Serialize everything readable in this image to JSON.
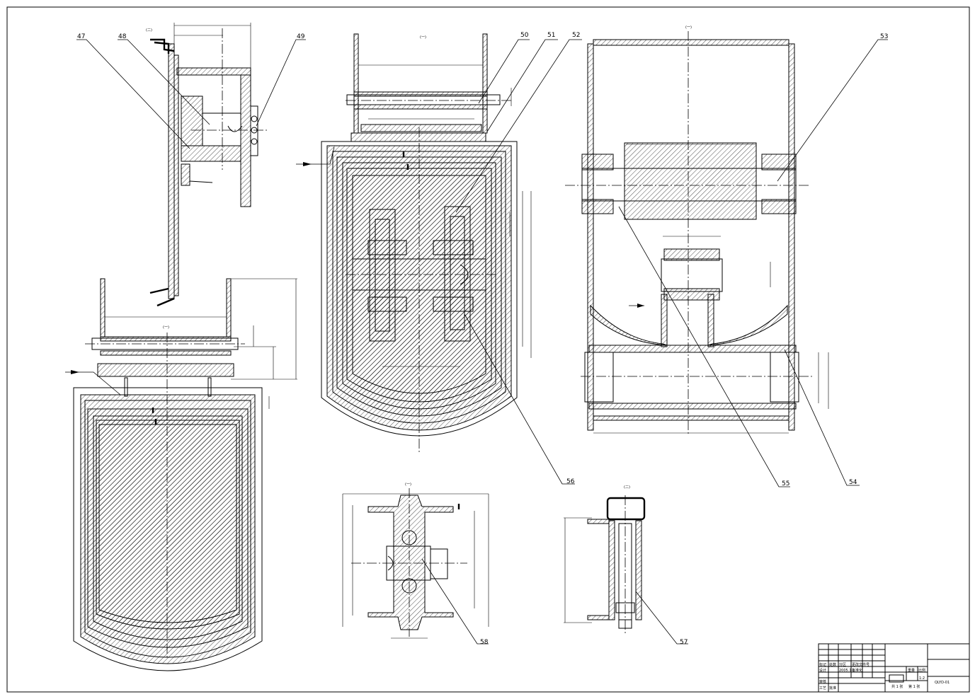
{
  "drawing": {
    "part_labels": [
      "47",
      "48",
      "49",
      "50",
      "51",
      "52",
      "53",
      "54",
      "55",
      "56",
      "57",
      "58"
    ],
    "view_marks": [
      "(二)",
      "(一)",
      "(一)",
      "(一)",
      "(一)",
      "(二)"
    ]
  },
  "title_block": {
    "cells": [
      "标记",
      "处数",
      "分区",
      "更改文件号",
      "设计",
      "2005.1.1",
      "标准化",
      "审核",
      "工艺",
      "批准",
      "重量",
      "比例",
      "1:2",
      "共 1 张",
      "第 1 张",
      "QLYD-01"
    ]
  }
}
